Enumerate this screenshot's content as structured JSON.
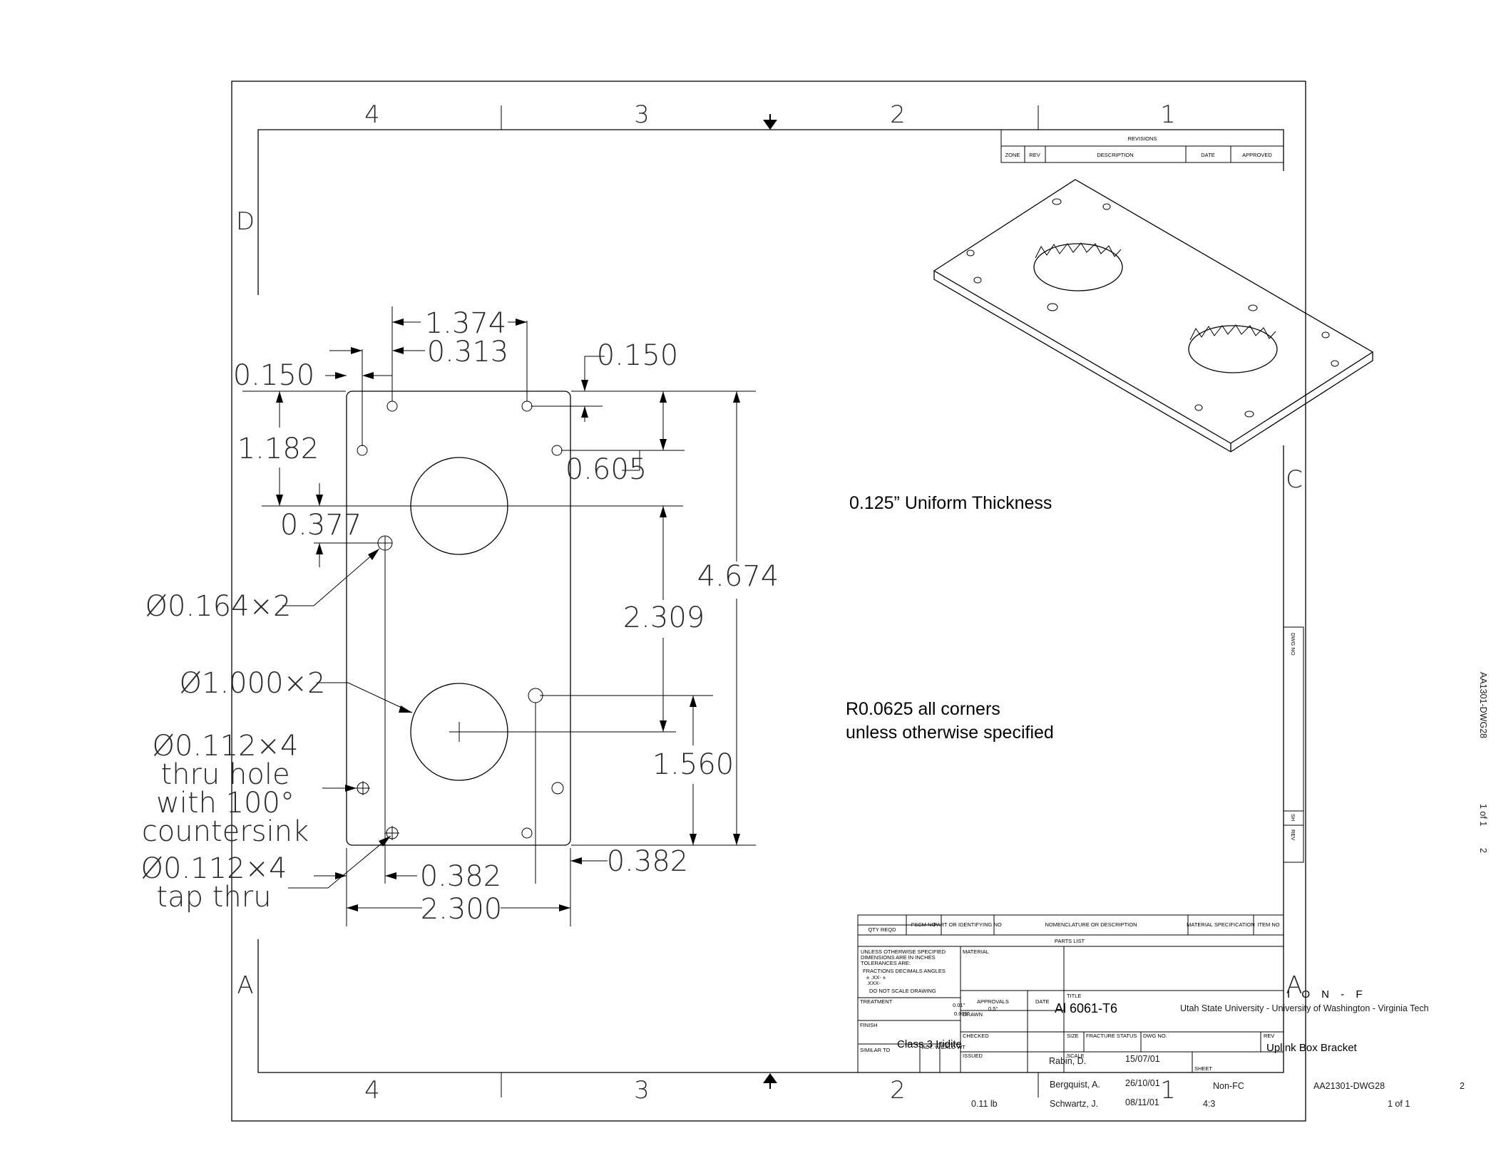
{
  "zones": {
    "top": [
      "4",
      "3",
      "2",
      "1"
    ],
    "bottom": [
      "4",
      "3",
      "2",
      "1"
    ],
    "left": [
      "D",
      "A"
    ],
    "right": [
      "C",
      "A"
    ]
  },
  "revisions": {
    "title": "REVISIONS",
    "columns": [
      "ZONE",
      "REV",
      "DESCRIPTION",
      "DATE",
      "APPROVED"
    ]
  },
  "dimensions": {
    "d_1374": "1.374",
    "d_0313": "0.313",
    "d_0150_left": "0.150",
    "d_0150_right": "0.150",
    "d_1182": "1.182",
    "d_0605": "0.605",
    "d_0377": "0.377",
    "d_4674": "4.674",
    "d_2309": "2.309",
    "d_1560": "1.560",
    "d_0382_left": "0.382",
    "d_0382_right": "0.382",
    "d_2300": "2.300"
  },
  "callouts": {
    "hole_0164": "Ø0.164×2",
    "hole_1000": "Ø1.000×2",
    "hole_0112_thru": [
      "Ø0.112×4",
      "thru hole",
      "with 100°",
      "countersink"
    ],
    "hole_0112_tap": [
      "Ø0.112×4",
      "tap thru"
    ]
  },
  "notes": {
    "thickness": "0.125” Uniform Thickness",
    "corners_line1": "R0.0625 all corners",
    "corners_line2": "unless otherwise specified"
  },
  "side_strip": {
    "dwg_no": "DWG NO",
    "sh": "SH",
    "rev": "REV"
  },
  "right_margin": {
    "dwg": "AA1301-DWG28",
    "sheet": "1 of 1",
    "rev": "2"
  },
  "parts_list": {
    "columns": [
      "QTY REQD",
      "FSCM NO",
      "PART OR IDENTIFYING NO",
      "NOMENCLATURE OR DESCRIPTION",
      "MATERIAL SPECIFICATION",
      "ITEM NO"
    ],
    "title": "PARTS LIST"
  },
  "title_block": {
    "tolerance_lines": [
      "UNLESS OTHERWISE SPECIFIED",
      "DIMENSIONS ARE IN INCHES",
      "TOLERANCES ARE:",
      "FRACTIONS  DECIMALS  ANGLES",
      "±        .XX-        ±",
      "          .XXX-",
      "DO NOT SCALE DRAWING"
    ],
    "tol_xx": "0.01\"",
    "tol_xxx": "0.005\"",
    "tol_angle": "0.5°",
    "material_label": "MATERIAL",
    "treatment_label": "TREATMENT",
    "finish_label": "FINISH",
    "similar_label": "SIMILAR TO",
    "act_wt_label": "ACT. WT.",
    "calc_wt_label": "CALC WT",
    "approvals_label": "APPROVALS",
    "date_label": "DATE",
    "drawn_label": "DRAWN",
    "checked_label": "CHECKED",
    "issued_label": "ISSUED",
    "title_label": "TITLE",
    "size_label": "SIZE",
    "fracture_label": "FRACTURE STATUS",
    "dwg_no_label": "DWG NO.",
    "rev_label": "REV",
    "scale_label": "SCALE",
    "sheet_label": "SHEET",
    "material": "Al 6061-T6",
    "finish": "Class 3 Iridite",
    "weight": "0.11 lb",
    "org_header": "I O N - F",
    "org": "Utah State University - University of Washington - Virginia Tech",
    "title": "Uplink Box Bracket",
    "drawn_name": "Rabin, D.",
    "drawn_date": "15/07/01",
    "checked_name": "Bergquist, A.",
    "checked_date": "26/10/01",
    "issued_name": "Schwartz, J.",
    "issued_date": "08/11/01",
    "fracture_status": "Non-FC",
    "dwg_no": "AA21301-DWG28",
    "rev": "2",
    "scale": "4:3",
    "sheet": "1 of 1"
  }
}
